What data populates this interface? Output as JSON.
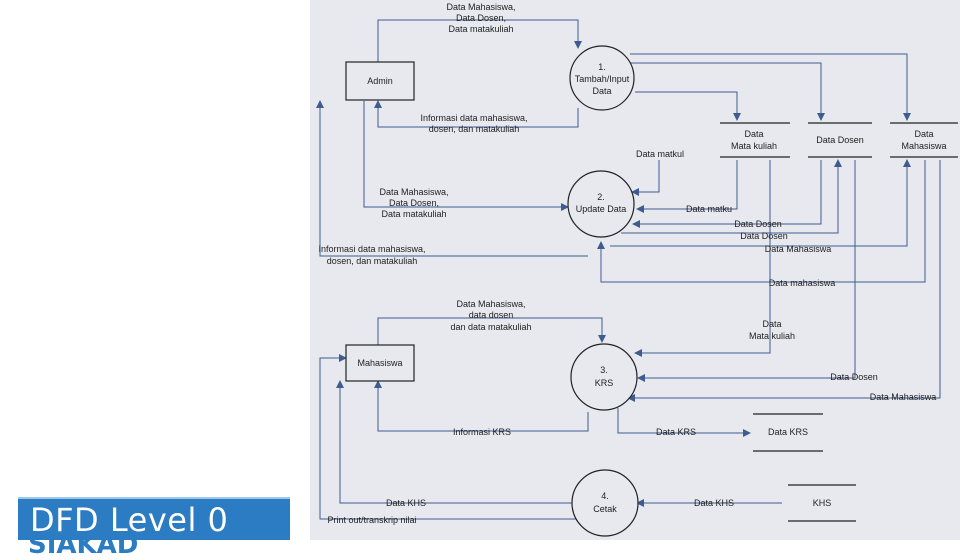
{
  "slide": {
    "title": "DFD Level 0",
    "subtitle": "SIAKAD"
  },
  "colors": {
    "line": "#3f5c91",
    "panel": "#e7e9ee",
    "title_bg": "#2b7cc3",
    "title_text": "#ffffff"
  },
  "entities": [
    {
      "id": "admin",
      "label": "Admin"
    },
    {
      "id": "mahasiswa",
      "label": "Mahasiswa"
    }
  ],
  "processes": [
    {
      "id": "p1",
      "lines": [
        "1.",
        "Tambah/Input",
        "Data"
      ]
    },
    {
      "id": "p2",
      "lines": [
        "2.",
        "Update Data"
      ]
    },
    {
      "id": "p3",
      "lines": [
        "3.",
        "KRS"
      ]
    },
    {
      "id": "p4",
      "lines": [
        "4.",
        "Cetak"
      ]
    }
  ],
  "stores": [
    {
      "id": "s_matkul",
      "lines": [
        "Data",
        "Mata kuliah"
      ]
    },
    {
      "id": "s_dosen",
      "lines": [
        "Data Dosen"
      ]
    },
    {
      "id": "s_mhs",
      "lines": [
        "Data",
        "Mahasiswa"
      ]
    },
    {
      "id": "s_krs",
      "lines": [
        "Data KRS"
      ]
    },
    {
      "id": "s_khs",
      "lines": [
        "KHS"
      ]
    }
  ],
  "flows": [
    {
      "id": "f1",
      "lines": [
        "Data Mahasiswa,",
        "Data Dosen,",
        "Data matakuliah"
      ]
    },
    {
      "id": "f2",
      "lines": [
        "Informasi data mahasiswa,",
        "dosen, dan matakuliah"
      ]
    },
    {
      "id": "f3",
      "lines": [
        "Data matkul"
      ]
    },
    {
      "id": "f4",
      "lines": [
        "Data Mahasiswa,",
        "Data Dosen,",
        "Data matakuliah"
      ]
    },
    {
      "id": "f5",
      "lines": [
        "Data matku"
      ]
    },
    {
      "id": "f6",
      "lines": [
        "Data Dosen"
      ]
    },
    {
      "id": "f7",
      "lines": [
        "Data Dosen"
      ]
    },
    {
      "id": "f8",
      "lines": [
        "Data Mahasiswa"
      ]
    },
    {
      "id": "f9",
      "lines": [
        "Informasi data mahasiswa,",
        "dosen, dan matakuliah"
      ]
    },
    {
      "id": "f10",
      "lines": [
        "Data mahasiswa"
      ]
    },
    {
      "id": "f11",
      "lines": [
        "Data Mahasiswa,",
        "data dosen",
        "dan data matakuliah"
      ]
    },
    {
      "id": "f12",
      "lines": [
        "Data",
        "Mata kuliah"
      ]
    },
    {
      "id": "f13",
      "lines": [
        "Data Dosen"
      ]
    },
    {
      "id": "f14",
      "lines": [
        "Data Mahasiswa"
      ]
    },
    {
      "id": "f15",
      "lines": [
        "Informasi KRS"
      ]
    },
    {
      "id": "f16",
      "lines": [
        "Data KRS"
      ]
    },
    {
      "id": "f17",
      "lines": [
        "Data KHS"
      ]
    },
    {
      "id": "f18",
      "lines": [
        "Data KHS"
      ]
    },
    {
      "id": "f19",
      "lines": [
        "Print out/transkrip nilai"
      ]
    }
  ]
}
